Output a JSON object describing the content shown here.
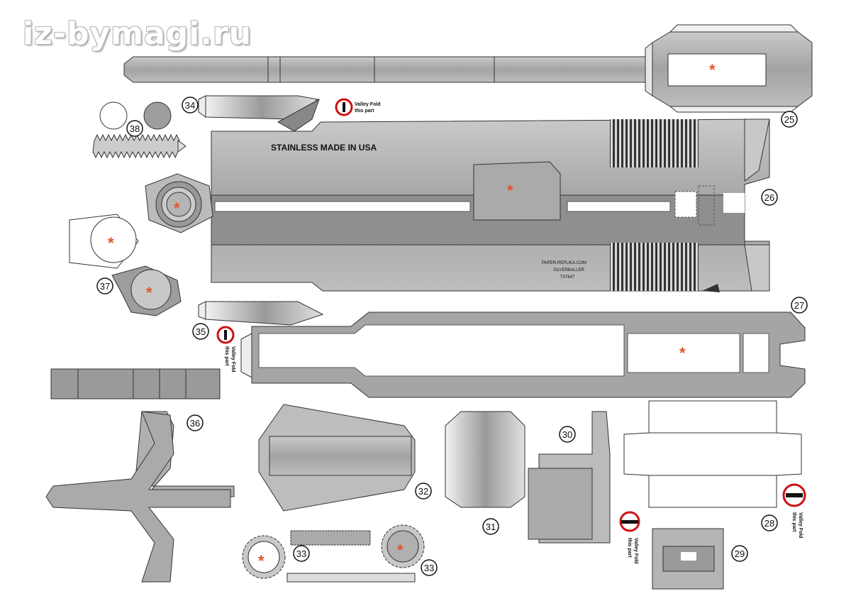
{
  "watermark": "iz-bymagi.ru",
  "blade_stamp": "STAINLESS MADE IN USA",
  "blade_marking": [
    "PAPER-REPLIKA.COM",
    "SILVERBALLER",
    "T07647"
  ],
  "valley_fold": [
    "Valley Fold",
    "this part"
  ],
  "part_labels": {
    "p25": "25",
    "p26": "26",
    "p27": "27",
    "p28": "28",
    "p29": "29",
    "p30": "30",
    "p31": "31",
    "p32": "32",
    "p33a": "33",
    "p33b": "33",
    "p34": "34",
    "p35": "35",
    "p36": "36",
    "p37": "37",
    "p38": "38"
  },
  "glue_marker": "*",
  "colors": {
    "metal": "#a9a9a9",
    "metal_light": "#d2d2d2",
    "outline": "#333333",
    "glue_star": "#e4532a",
    "fold_sign": "#cc1111"
  }
}
